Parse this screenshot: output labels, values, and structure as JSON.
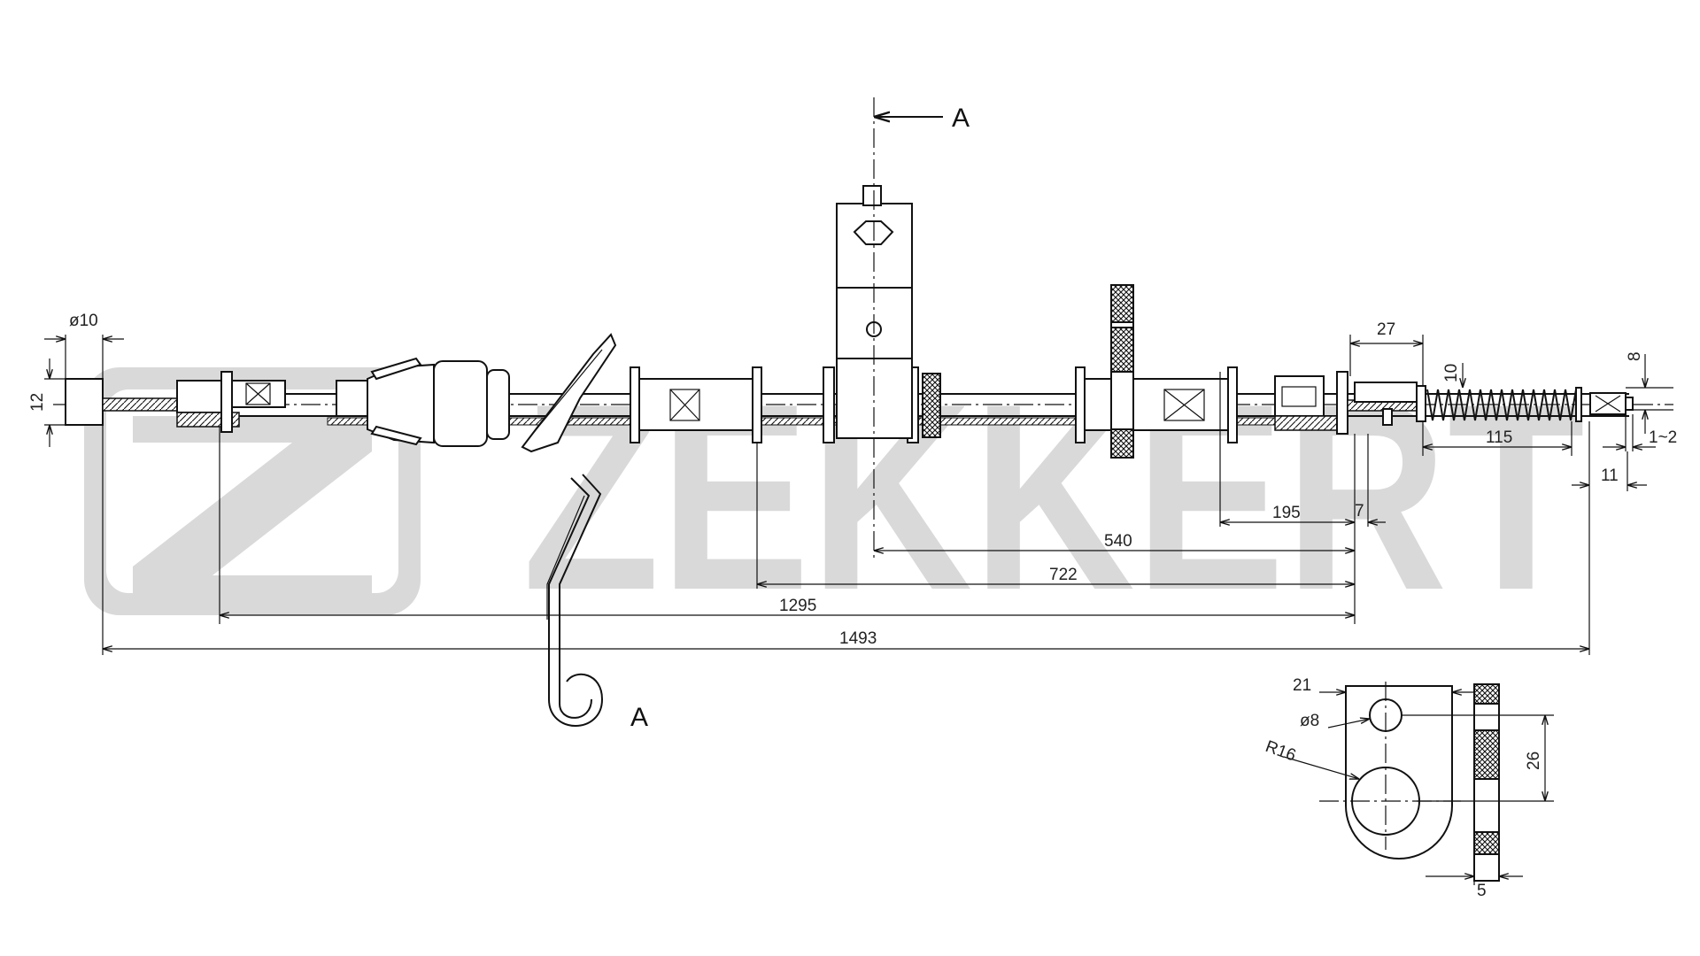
{
  "watermark": {
    "brand": "ZEKKERT",
    "color": "#d9d9d9"
  },
  "section": {
    "marker_top": "A",
    "marker_bottom": "A"
  },
  "dimensions": {
    "dia10": "ø10",
    "h12": "12",
    "d27": "27",
    "d10": "10",
    "d8": "8",
    "d115": "115",
    "d1_2": "1~2",
    "d11": "11",
    "d195": "195",
    "d7": "7",
    "d540": "540",
    "d722": "722",
    "d1295": "1295",
    "d1493": "1493",
    "d21": "21",
    "dia8": "ø8",
    "r16": "R16",
    "d26": "26",
    "d5": "5"
  },
  "colors": {
    "line": "#111111",
    "hatch": "#111111",
    "background": "#ffffff"
  }
}
